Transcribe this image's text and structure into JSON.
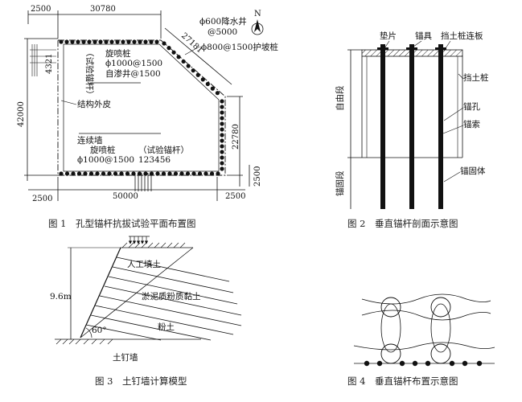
{
  "fig1": {
    "caption": "图 1　孔型锚杆抗拔试验平面布置图",
    "dim_top_left": "2500",
    "dim_top": "30780",
    "dim_diag": "27181",
    "dim_left_4321": "4321",
    "dim_left_42000": "42000",
    "dim_right_22780": "22780",
    "dim_right_2500": "2500",
    "dim_bottom_left": "2500",
    "dim_bottom": "50000",
    "dim_bottom_right": "2500",
    "north": "N",
    "lbl_well": "ϕ600降水井",
    "lbl_well_sp": "@5000",
    "lbl_slope_pile": "ϕ800@1500护坡桩",
    "lbl_jet_top": "旋喷桩",
    "lbl_jet_top_spec": "ϕ1000@1500",
    "lbl_seep_well": "自渗井@1500",
    "lbl_test_anchor_v": "（试验锚杆）",
    "lbl_struct_skin": "结构外皮",
    "lbl_wall": "连续墙",
    "lbl_jet_bot": "旋喷桩",
    "lbl_jet_bot_spec": "ϕ1000@1500",
    "lbl_test_anchor": "（试验锚杆）",
    "lbl_anchor_nums": "123456"
  },
  "fig2": {
    "caption": "图 2　垂直锚杆剖面示意图",
    "lbl_pad": "垫片",
    "lbl_anchor_tool": "锚具",
    "lbl_cap_plate": "挡土桩连板",
    "lbl_retain_pile": "挡土桩",
    "lbl_free": "自由段",
    "lbl_hole": "锚孔",
    "lbl_cable": "锚索",
    "lbl_anchored": "锚固段",
    "lbl_grout": "锚固体"
  },
  "fig3": {
    "caption": "图 3　土钉墙计算模型",
    "height": "9.6m",
    "angle": "60°",
    "lbl_fill": "人工填土",
    "lbl_clay": "淤泥质粉质黏土",
    "lbl_silt": "粉土",
    "lbl_nail_wall": "土钉墙"
  },
  "fig4": {
    "caption": "图 4　垂直锚杆布置示意图"
  }
}
